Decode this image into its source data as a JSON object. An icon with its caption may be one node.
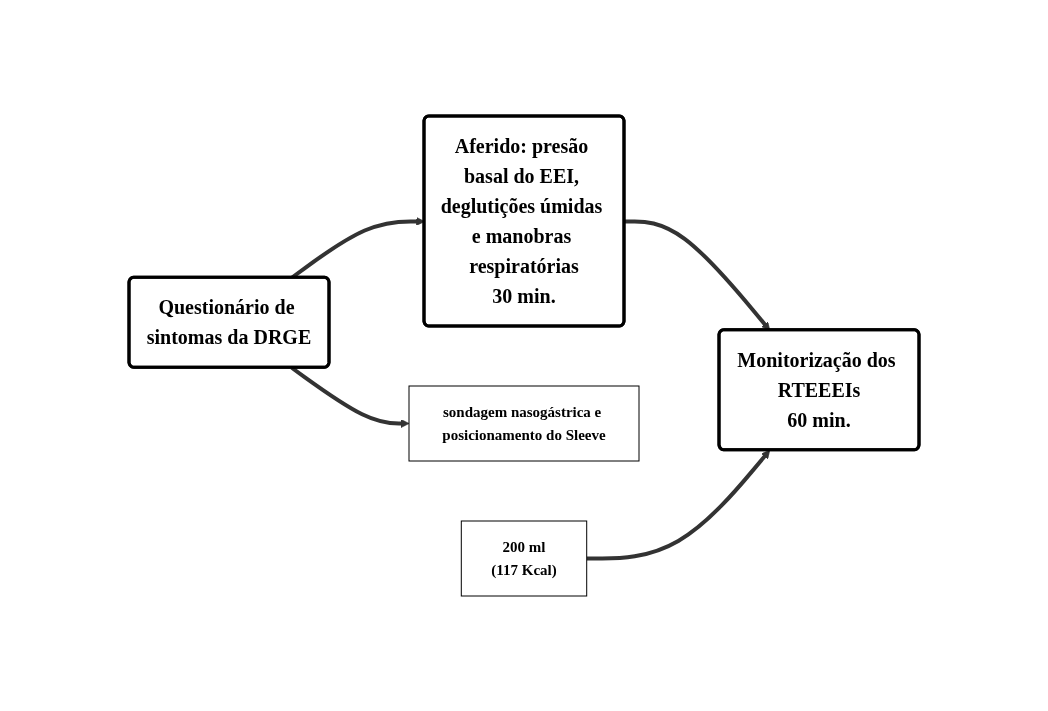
{
  "diagram": {
    "nodes": [
      {
        "text": [
          "Questionário de sintomas da DRGE"
        ]
      },
      {
        "text": [
          "Aferido: presão basal do EEI, deglutições úmidas e manobras respiratórias",
          "30 min."
        ]
      },
      {
        "text": [
          "Monitorização dos RTEEEIs",
          "60 min."
        ]
      },
      {
        "text": [
          "sondagem nasogástrica e posicionamento do Sleeve"
        ]
      },
      {
        "text": [
          "200 ml",
          "(117 Kcal)"
        ]
      }
    ],
    "edges": [
      {
        "from": 0,
        "to": 1,
        "arrow": "to"
      },
      {
        "from": 1,
        "to": 2,
        "arrow": "to"
      },
      {
        "from": 0,
        "to": 3,
        "arrow": "to"
      },
      {
        "from": 4,
        "to": 2,
        "arrow": "to"
      }
    ]
  }
}
